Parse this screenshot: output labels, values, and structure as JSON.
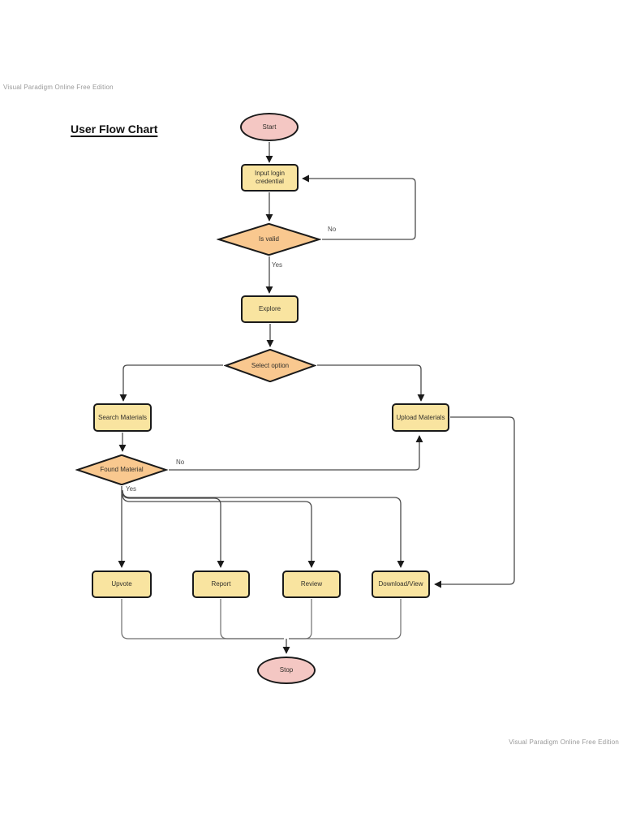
{
  "page": {
    "title": "User Flow Chart",
    "watermark_top": "Visual Paradigm Online Free Edition",
    "watermark_bottom": "Visual Paradigm Online Free Edition"
  },
  "nodes": {
    "start": {
      "label": "Start",
      "type": "terminator"
    },
    "input_login": {
      "label": "Input login credential",
      "type": "process"
    },
    "is_valid": {
      "label": "Is valid",
      "type": "decision"
    },
    "explore": {
      "label": "Explore",
      "type": "process"
    },
    "select_option": {
      "label": "Select option",
      "type": "decision"
    },
    "search_materials": {
      "label": "Search Materials",
      "type": "process"
    },
    "upload_materials": {
      "label": "Upload Materials",
      "type": "process"
    },
    "found_material": {
      "label": "Found Material",
      "type": "decision"
    },
    "upvote": {
      "label": "Upvote",
      "type": "process"
    },
    "report": {
      "label": "Report",
      "type": "process"
    },
    "review": {
      "label": "Review",
      "type": "process"
    },
    "download_view": {
      "label": "Download/View",
      "type": "process"
    },
    "stop": {
      "label": "Stop",
      "type": "terminator"
    }
  },
  "edge_labels": {
    "is_valid_no": "No",
    "is_valid_yes": "Yes",
    "found_material_no": "No",
    "found_material_yes": "Yes"
  },
  "colors": {
    "terminator_fill": "#f4c7c3",
    "process_fill": "#f9e4a0",
    "decision_fill": "#f9c88f",
    "shape_border": "#1a1a1a",
    "edge": "#4a4a4a",
    "edge_light": "#6e6e6e",
    "watermark": "#999999"
  }
}
